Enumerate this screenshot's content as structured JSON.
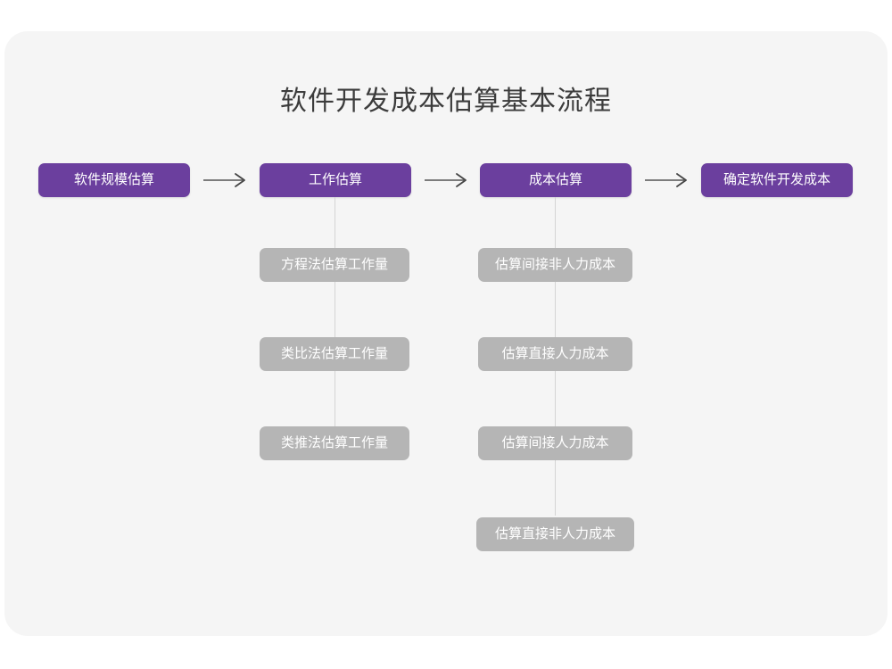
{
  "diagram": {
    "title": "软件开发成本估算基本流程",
    "background_color": "#f5f5f5",
    "page_color": "#ffffff",
    "stage_color": "#6b3f9e",
    "sub_color": "#b5b5b5",
    "connector_color": "#d4d4d4",
    "arrow_color": "#555555",
    "title_color": "#3c3c3c"
  },
  "stages": [
    {
      "label": "软件规模估算",
      "sub_items": []
    },
    {
      "label": "工作估算",
      "sub_items": [
        "方程法估算工作量",
        "类比法估算工作量",
        "类推法估算工作量"
      ]
    },
    {
      "label": "成本估算",
      "sub_items": [
        "估算间接非人力成本",
        "估算直接人力成本",
        "估算间接人力成本",
        "估算直接非人力成本"
      ]
    },
    {
      "label": "确定软件开发成本",
      "sub_items": []
    }
  ],
  "arrows": [
    {
      "name": "arrow-1",
      "from": "软件规模估算",
      "to": "工作估算"
    },
    {
      "name": "arrow-2",
      "from": "工作估算",
      "to": "成本估算"
    },
    {
      "name": "arrow-3",
      "from": "成本估算",
      "to": "确定软件开发成本"
    }
  ]
}
